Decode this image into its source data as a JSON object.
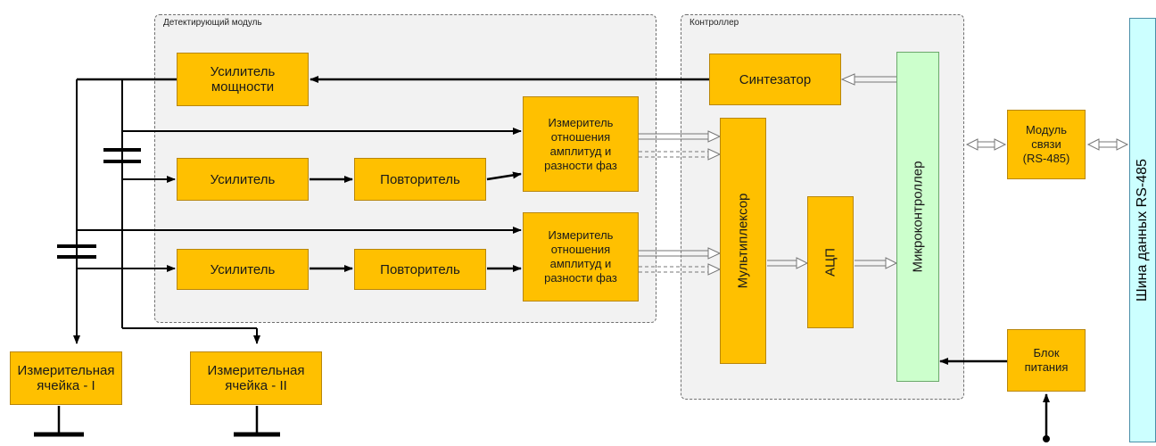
{
  "regions": {
    "detector": "Детектирующий модуль",
    "controller": "Контроллер"
  },
  "blocks": {
    "power_amplifier": "Усилитель\nмощности",
    "amplifier_1": "Усилитель",
    "repeater_1": "Повторитель",
    "meter_1": "Измеритель\nотношения\nамплитуд и\nразности фаз",
    "amplifier_2": "Усилитель",
    "repeater_2": "Повторитель",
    "meter_2": "Измеритель\nотношения\nамплитуд и\nразности фаз",
    "synthesizer": "Синтезатор",
    "multiplexer": "Мультиплексор",
    "adc": "АЦП",
    "microcontroller": "Микроконтроллер",
    "comm_module": "Модуль\nсвязи\n(RS-485)",
    "power_supply": "Блок\nпитания",
    "cell_1": "Измерительная\nячейка - I",
    "cell_2": "Измерительная\nячейка - II"
  },
  "bus": {
    "label": "Шина данных RS-485"
  },
  "colors": {
    "block_fill": "#ffc000",
    "microcontroller_fill": "#ccffcc",
    "bus_fill": "#ccffff",
    "region_fill": "#f2f2f2"
  }
}
